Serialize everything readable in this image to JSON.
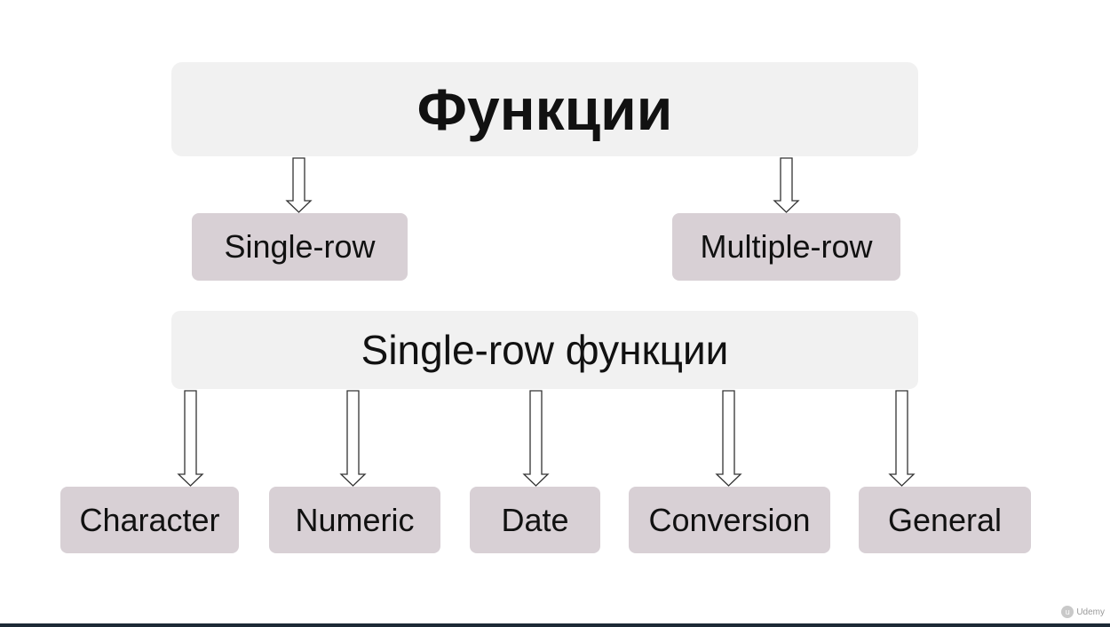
{
  "diagram": {
    "title": "Функции",
    "level1": [
      "Single-row",
      "Multiple-row"
    ],
    "subtitle": "Single-row функции",
    "level2": [
      "Character",
      "Numeric",
      "Date",
      "Conversion",
      "General"
    ]
  },
  "watermark": {
    "icon": "udemy-logo-icon",
    "text": "Udemy"
  },
  "colors": {
    "title_box": "#f1f1f1",
    "node_box": "#d8d0d5",
    "text": "#111111",
    "arrow_stroke": "#333333"
  }
}
